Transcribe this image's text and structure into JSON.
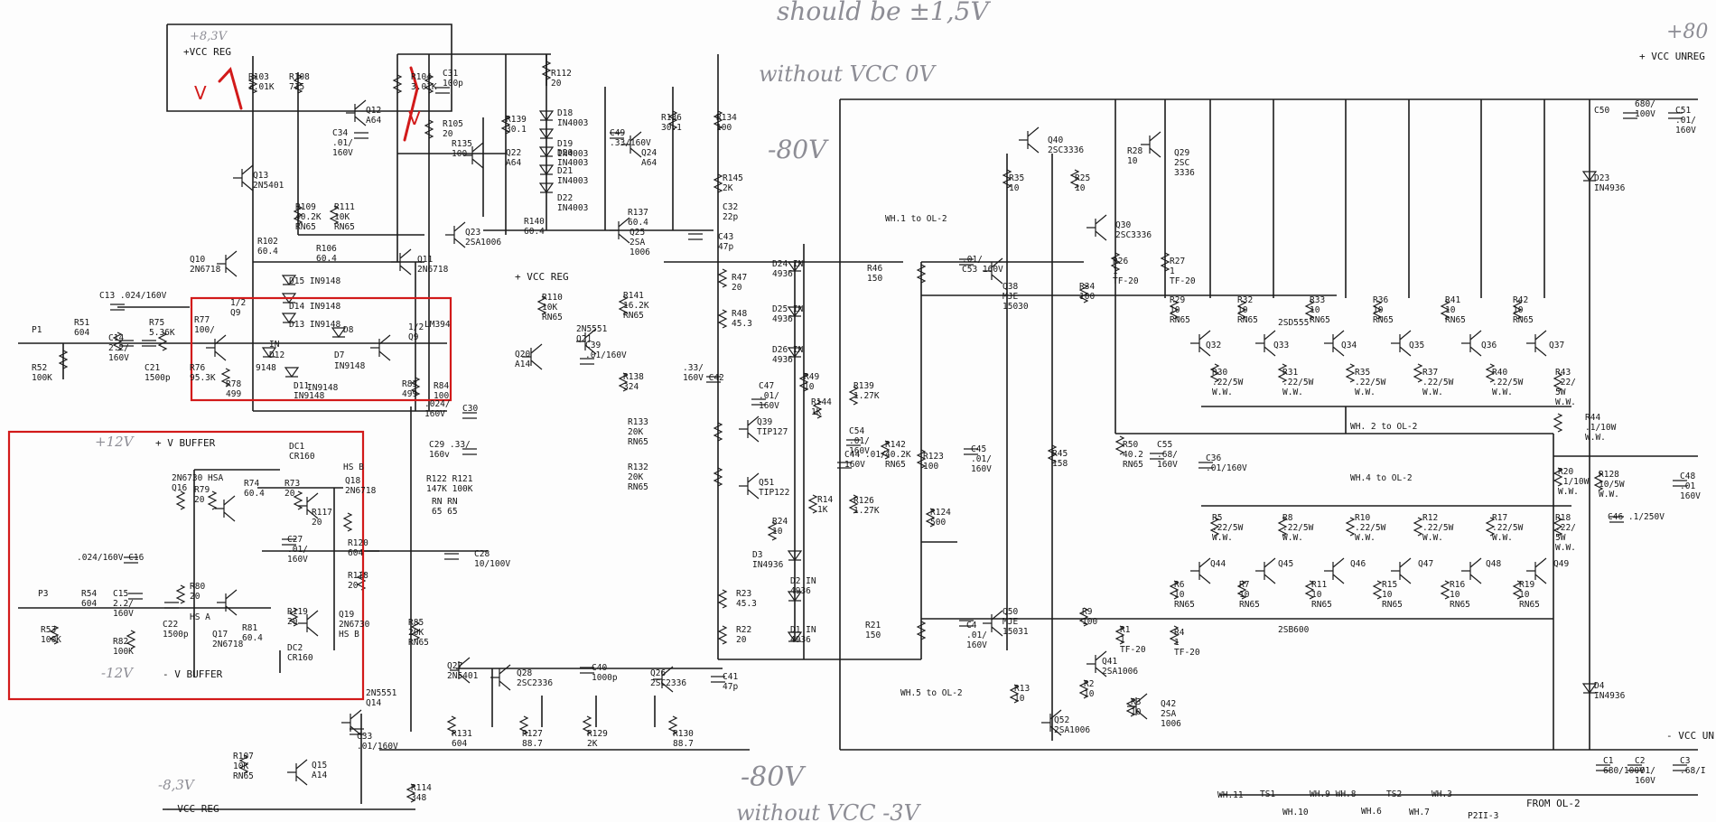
{
  "annotations": {
    "should_be": "should be ±1,5V",
    "without_vcc_top": "without VCC   0V",
    "minus80_top": "-80V",
    "minus80_bottom": "-80V",
    "without_vcc_bottom": "without VCC   -3V",
    "plus83": "+8,3V",
    "minus83": "-8,3V",
    "plus12": "+12V",
    "minus12": "-12V",
    "plus80": "+80"
  },
  "red_markers": [
    "V",
    "V"
  ],
  "rails": {
    "vcc_reg_top": "+VCC REG",
    "vcc_reg_bottom": "- VCC REG",
    "vcc_reg_mid": "+ VCC REG",
    "vcc_unreg_top": "+ VCC UNREG",
    "vcc_unreg_bottom": "- VCC UN",
    "v_buffer_plus": "+ V BUFFER",
    "v_buffer_minus": "- V BUFFER",
    "from_ol2": "FROM OL-2",
    "p2113": "P2II-3"
  },
  "labels": [
    {
      "id": "R103",
      "t": "R103\n3.01K"
    },
    {
      "id": "R108",
      "t": "R108\n715"
    },
    {
      "id": "Q12",
      "t": "Q12\nA64"
    },
    {
      "id": "R104",
      "t": "R104\n3.01K"
    },
    {
      "id": "C31",
      "t": "C31\n100p"
    },
    {
      "id": "R112",
      "t": "R112\n20"
    },
    {
      "id": "R105",
      "t": "R105\n20"
    },
    {
      "id": "R135",
      "t": "R135\n100"
    },
    {
      "id": "R139",
      "t": "R139\n30.1"
    },
    {
      "id": "Q22",
      "t": "Q22\nA64"
    },
    {
      "id": "D18",
      "t": "D18\nIN4003"
    },
    {
      "id": "D19",
      "t": "D19\nIN4003"
    },
    {
      "id": "D20",
      "t": "D20\nIN4003"
    },
    {
      "id": "D21",
      "t": "D21\nIN4003"
    },
    {
      "id": "D22",
      "t": "D22\nIN4003"
    },
    {
      "id": "C49",
      "t": "C49\n.33/160V"
    },
    {
      "id": "R136",
      "t": "R136\n30.1"
    },
    {
      "id": "R134",
      "t": "R134\n100"
    },
    {
      "id": "Q24",
      "t": "Q24\nA64"
    },
    {
      "id": "R145",
      "t": "R145\n2K"
    },
    {
      "id": "C32",
      "t": "C32\n22p"
    },
    {
      "id": "C34",
      "t": "C34\n.01/\n160V"
    },
    {
      "id": "Q13",
      "t": "Q13\n2N5401"
    },
    {
      "id": "R109",
      "t": "R109\n40.2K\nRN65"
    },
    {
      "id": "R111",
      "t": "R111\n10K\nRN65"
    },
    {
      "id": "Q23",
      "t": "Q23\n2SA1006"
    },
    {
      "id": "R140",
      "t": "R140\n60.4"
    },
    {
      "id": "R137",
      "t": "R137\n60.4"
    },
    {
      "id": "Q25",
      "t": "Q25\n2SA\n1006"
    },
    {
      "id": "C43",
      "t": "C43\n47p"
    },
    {
      "id": "Q10",
      "t": "Q10\n2N6718"
    },
    {
      "id": "R102",
      "t": "R102\n60.4"
    },
    {
      "id": "R106",
      "t": "R106\n60.4"
    },
    {
      "id": "Q11",
      "t": "Q11\n2N6718"
    },
    {
      "id": "D15",
      "t": "D15  IN9148"
    },
    {
      "id": "D14",
      "t": "D14  IN9148"
    },
    {
      "id": "D13",
      "t": "D13  IN9148"
    },
    {
      "id": "D8",
      "t": "D8"
    },
    {
      "id": "D12",
      "t": "D12"
    },
    {
      "id": "D7",
      "t": "D7"
    },
    {
      "id": "D11",
      "t": "D11\nIN9148"
    },
    {
      "id": "Q9a",
      "t": "1/2\nQ9"
    },
    {
      "id": "Q9b",
      "t": "1/2\nQ9"
    },
    {
      "id": "LM394",
      "t": "LM394"
    },
    {
      "id": "C13",
      "t": "C13 .024/160V"
    },
    {
      "id": "R51",
      "t": "R51\n604"
    },
    {
      "id": "C14",
      "t": "C14\n2.2/\n160V"
    },
    {
      "id": "R75",
      "t": "R75\n5.36K"
    },
    {
      "id": "C21",
      "t": "C21\n1500p"
    },
    {
      "id": "R77",
      "t": "R77\n100/"
    },
    {
      "id": "R76",
      "t": "R76\n95.3K"
    },
    {
      "id": "R78",
      "t": "R78\n499"
    },
    {
      "id": "R83",
      "t": "R83\n499"
    },
    {
      "id": "R84",
      "t": "R84\n100"
    },
    {
      "id": "P1",
      "t": "P1"
    },
    {
      "id": "R52",
      "t": "R52\n100K"
    },
    {
      "id": "R110",
      "t": "R110\n10K\nRN65"
    },
    {
      "id": "Q20",
      "t": "Q20\nA14"
    },
    {
      "id": "Q21",
      "t": "2N5551\nQ21"
    },
    {
      "id": "C39",
      "t": "C39\n.01/160V"
    },
    {
      "id": "R141",
      "t": "R141\n16.2K\nRN65"
    },
    {
      "id": "R138",
      "t": "R138\n324"
    },
    {
      "id": "C24",
      "t": ".024/\n160V"
    },
    {
      "id": "C30",
      "t": "C30"
    },
    {
      "id": "C29",
      "t": "C29 .33/\n160v"
    },
    {
      "id": "R122",
      "t": "R122 R121\n147K 100K"
    },
    {
      "id": "RN",
      "t": "RN  RN\n65  65"
    },
    {
      "id": "C28",
      "t": "C28\n10/100V"
    },
    {
      "id": "R133",
      "t": "R133\n20K\nRN65"
    },
    {
      "id": "R132",
      "t": "R132\n20K\nRN65"
    },
    {
      "id": "DC1",
      "t": "DC1\nCR160"
    },
    {
      "id": "HSB",
      "t": "HS B"
    },
    {
      "id": "Q18",
      "t": "Q18\n2N6718"
    },
    {
      "id": "Q16",
      "t": "2N6730 HSA\nQ16"
    },
    {
      "id": "R74",
      "t": "R74\n60.4"
    },
    {
      "id": "R73",
      "t": "R73\n20"
    },
    {
      "id": "R79",
      "t": "R79\n20"
    },
    {
      "id": "R117",
      "t": "R117\n20"
    },
    {
      "id": "C27",
      "t": "C27\n.01/\n160V"
    },
    {
      "id": "R120",
      "t": "R120\n604"
    },
    {
      "id": "R118",
      "t": "R118\n20"
    },
    {
      "id": "C16",
      "t": ".024/160V C16"
    },
    {
      "id": "P3",
      "t": "P3"
    },
    {
      "id": "R54",
      "t": "R54\n604"
    },
    {
      "id": "C15",
      "t": "C15\n2.2/\n160V"
    },
    {
      "id": "R80",
      "t": "R80\n20"
    },
    {
      "id": "HSA2",
      "t": "HS A"
    },
    {
      "id": "C22",
      "t": "C22\n1500p"
    },
    {
      "id": "Q17",
      "t": "Q17\n2N6718"
    },
    {
      "id": "R81",
      "t": "R81\n60.4"
    },
    {
      "id": "R119",
      "t": "R119\n20"
    },
    {
      "id": "Q19",
      "t": "Q19\n2N6730\nHS B"
    },
    {
      "id": "R53",
      "t": "R53\n100K"
    },
    {
      "id": "R82",
      "t": "R82\n100K"
    },
    {
      "id": "DC2",
      "t": "DC2\nCR160"
    },
    {
      "id": "R85",
      "t": "R85\n20K\nRN65"
    },
    {
      "id": "Q27",
      "t": "Q27\n2N5401"
    },
    {
      "id": "Q28",
      "t": "Q28\n2SC2336"
    },
    {
      "id": "C40",
      "t": "C40\n1000p"
    },
    {
      "id": "Q26",
      "t": "Q26\n2SC2336"
    },
    {
      "id": "C41",
      "t": "C41\n47p"
    },
    {
      "id": "R131",
      "t": "R131\n604"
    },
    {
      "id": "R127",
      "t": "R127\n88.7"
    },
    {
      "id": "R129",
      "t": "R129\n2K"
    },
    {
      "id": "R130",
      "t": "R130\n88.7"
    },
    {
      "id": "Q14",
      "t": "2N5551\nQ14"
    },
    {
      "id": "C33",
      "t": "C33\n.01/160V"
    },
    {
      "id": "R107",
      "t": "R107\n10K\nRN65"
    },
    {
      "id": "Q15",
      "t": "Q15\nA14"
    },
    {
      "id": "R114",
      "t": "R114\n348"
    },
    {
      "id": "D24",
      "t": "D24 IN\n4936"
    },
    {
      "id": "R47",
      "t": "R47\n20"
    },
    {
      "id": "D25",
      "t": "D25 IN\n4936"
    },
    {
      "id": "R48",
      "t": "R48\n45.3"
    },
    {
      "id": "D26",
      "t": "D26 IN\n4936"
    },
    {
      "id": "C42",
      "t": ".33/\n160V C42"
    },
    {
      "id": "C47",
      "t": "C47\n.01/\n160V"
    },
    {
      "id": "R49",
      "t": "R49\n10"
    },
    {
      "id": "R144",
      "t": "R144\n1K"
    },
    {
      "id": "R139b",
      "t": "R139\n1.27K"
    },
    {
      "id": "Q39",
      "t": "Q39\nTIP127"
    },
    {
      "id": "C54",
      "t": "C54\n.01/\n160V"
    },
    {
      "id": "C44",
      "t": "C44 .01/\n160V"
    },
    {
      "id": "R142",
      "t": "R142\n40.2K\nRN65"
    },
    {
      "id": "Q51",
      "t": "Q51\nTIP122"
    },
    {
      "id": "R14",
      "t": "R14\n1K"
    },
    {
      "id": "R126",
      "t": "R126\n1.27K"
    },
    {
      "id": "R24",
      "t": "R24\n10"
    },
    {
      "id": "D3",
      "t": "D3\nIN4936"
    },
    {
      "id": "R23",
      "t": "R23\n45.3"
    },
    {
      "id": "D2",
      "t": "D2 IN\n4936"
    },
    {
      "id": "R22",
      "t": "R22\n20"
    },
    {
      "id": "D1",
      "t": "D1 IN\n4936"
    },
    {
      "id": "WH1",
      "t": "WH.1 to OL-2"
    },
    {
      "id": "R46",
      "t": "R46\n150"
    },
    {
      "id": "C53",
      "t": ".01/\nC53 160V"
    },
    {
      "id": "Q38",
      "t": "Q38\nMJE\n15030"
    },
    {
      "id": "R34",
      "t": "R34\n100"
    },
    {
      "id": "R123",
      "t": "R123\n100"
    },
    {
      "id": "C45",
      "t": "C45\n.01/\n160V"
    },
    {
      "id": "R124",
      "t": "R124\n500"
    },
    {
      "id": "R21",
      "t": "R21\n150"
    },
    {
      "id": "C4",
      "t": "C4\n.01/\n160V"
    },
    {
      "id": "Q50",
      "t": "Q50\nMJE\n15031"
    },
    {
      "id": "WH5",
      "t": "WH.5 to OL-2"
    },
    {
      "id": "Q40",
      "t": "Q40\n2SC3336"
    },
    {
      "id": "R35",
      "t": "R35\n10"
    },
    {
      "id": "R25",
      "t": "R25\n10"
    },
    {
      "id": "R28",
      "t": "R28\n10"
    },
    {
      "id": "Q29",
      "t": "Q29\n2SC\n3336"
    },
    {
      "id": "Q30",
      "t": "Q30\n2SC3336"
    },
    {
      "id": "R26",
      "t": "R26\n1\nTF-20"
    },
    {
      "id": "R27",
      "t": "R27\n1\nTF-20"
    },
    {
      "id": "R45",
      "t": "R45\n158"
    },
    {
      "id": "R50",
      "t": "R50\n40.2\nRN65"
    },
    {
      "id": "C55",
      "t": "C55\n.68/\n160V"
    },
    {
      "id": "C36",
      "t": "C36\n.01/160V"
    },
    {
      "id": "R9",
      "t": "R9\n100"
    },
    {
      "id": "R1",
      "t": "R1\n1\nTF-20"
    },
    {
      "id": "R4",
      "t": "R4\n1\nTF-20"
    },
    {
      "id": "Q41",
      "t": "Q41\n2SA1006"
    },
    {
      "id": "R2",
      "t": "R2\n10"
    },
    {
      "id": "R13",
      "t": "R13\n10"
    },
    {
      "id": "Q52",
      "t": "Q52\n2SA1006"
    },
    {
      "id": "R3",
      "t": "R3\n10"
    },
    {
      "id": "Q42",
      "t": "Q42\n2SA\n1006"
    },
    {
      "id": "R29",
      "t": "R29\n10\nRN65"
    },
    {
      "id": "R32",
      "t": "R32\n10\nRN65"
    },
    {
      "id": "R33",
      "t": "R33\n10\nRN65"
    },
    {
      "id": "R36",
      "t": "R36\n10\nRN65"
    },
    {
      "id": "R41",
      "t": "R41\n10\nRN65"
    },
    {
      "id": "R42",
      "t": "R42\n10\nRN65"
    },
    {
      "id": "Q32",
      "t": "Q32"
    },
    {
      "id": "Q33",
      "t": "Q33"
    },
    {
      "id": "Q34",
      "t": "Q34"
    },
    {
      "id": "Q35",
      "t": "Q35"
    },
    {
      "id": "Q36",
      "t": "Q36"
    },
    {
      "id": "Q37",
      "t": "Q37"
    },
    {
      "id": "R30",
      "t": "R30\n.22/5W\nW.W."
    },
    {
      "id": "R31",
      "t": "R31\n.22/5W\nW.W."
    },
    {
      "id": "R35b",
      "t": "R35\n.22/5W\nW.W."
    },
    {
      "id": "R37",
      "t": "R37\n.22/5W\nW.W."
    },
    {
      "id": "R40",
      "t": "R40\n.22/5W\nW.W."
    },
    {
      "id": "R43",
      "t": "R43\n.22/\n5W\nW.W."
    },
    {
      "id": "R44",
      "t": "R44\n.1/10W\nW.W."
    },
    {
      "id": "WH2",
      "t": "WH. 2 to OL-2"
    },
    {
      "id": "WH4",
      "t": "WH.4 to OL-2"
    },
    {
      "id": "R20",
      "t": "R20\n.1/10W\nW.W."
    },
    {
      "id": "R18",
      "t": "R18\n.22/\n5W\nW.W."
    },
    {
      "id": "R5",
      "t": "R5\n.22/5W\nW.W."
    },
    {
      "id": "R8",
      "t": "R8\n.22/5W\nW.W."
    },
    {
      "id": "R10",
      "t": "R10\n.22/5W\nW.W."
    },
    {
      "id": "R12",
      "t": "R12\n.22/5W\nW.W."
    },
    {
      "id": "R17",
      "t": "R17\n.22/5W\nW.W."
    },
    {
      "id": "Q44",
      "t": "Q44"
    },
    {
      "id": "Q45",
      "t": "Q45"
    },
    {
      "id": "Q46",
      "t": "Q46"
    },
    {
      "id": "Q47",
      "t": "Q47"
    },
    {
      "id": "Q48",
      "t": "Q48"
    },
    {
      "id": "Q49",
      "t": "Q49"
    },
    {
      "id": "R6",
      "t": "R6\n10\nRN65"
    },
    {
      "id": "R7",
      "t": "R7\n10\nRN65"
    },
    {
      "id": "R11",
      "t": "R11\n10\nRN65"
    },
    {
      "id": "R15",
      "t": "R15\n10\nRN65"
    },
    {
      "id": "R16",
      "t": "R16\n10\nRN65"
    },
    {
      "id": "R19",
      "t": "R19\n10\nRN65"
    },
    {
      "id": "2SD555",
      "t": "2SD555"
    },
    {
      "id": "2SB600",
      "t": "2SB600"
    },
    {
      "id": "C50",
      "t": "C50"
    },
    {
      "id": "C50v",
      "t": "680/\n100V"
    },
    {
      "id": "C51",
      "t": "C51\n.01/\n160V"
    },
    {
      "id": "D23",
      "t": "D23\nIN4936"
    },
    {
      "id": "D4",
      "t": "D4\nIN4936"
    },
    {
      "id": "R128",
      "t": "R128\n10/5W\nW.W."
    },
    {
      "id": "C48",
      "t": "C48\n.01\n160V"
    },
    {
      "id": "C46",
      "t": "C46 .1/250V"
    },
    {
      "id": "C1",
      "t": "C1\n680/100V"
    },
    {
      "id": "C2",
      "t": "C2\n.01/\n160V"
    },
    {
      "id": "C3",
      "t": "C3\n.68/I"
    },
    {
      "id": "WH11",
      "t": "WH.11"
    },
    {
      "id": "TS1",
      "t": "TS1"
    },
    {
      "id": "WH10",
      "t": "WH.10"
    },
    {
      "id": "WH9",
      "t": "WH.9 WH.8"
    },
    {
      "id": "TS2",
      "t": "TS2"
    },
    {
      "id": "WH6",
      "t": "WH.6"
    },
    {
      "id": "WH7",
      "t": "WH.7"
    },
    {
      "id": "WH3",
      "t": "WH.3"
    },
    {
      "id": "IN",
      "t": "IN"
    },
    {
      "id": "9148",
      "t": "9148"
    },
    {
      "id": "IN9148b",
      "t": "IN9148"
    },
    {
      "id": "D7b",
      "t": "IN9148"
    }
  ]
}
